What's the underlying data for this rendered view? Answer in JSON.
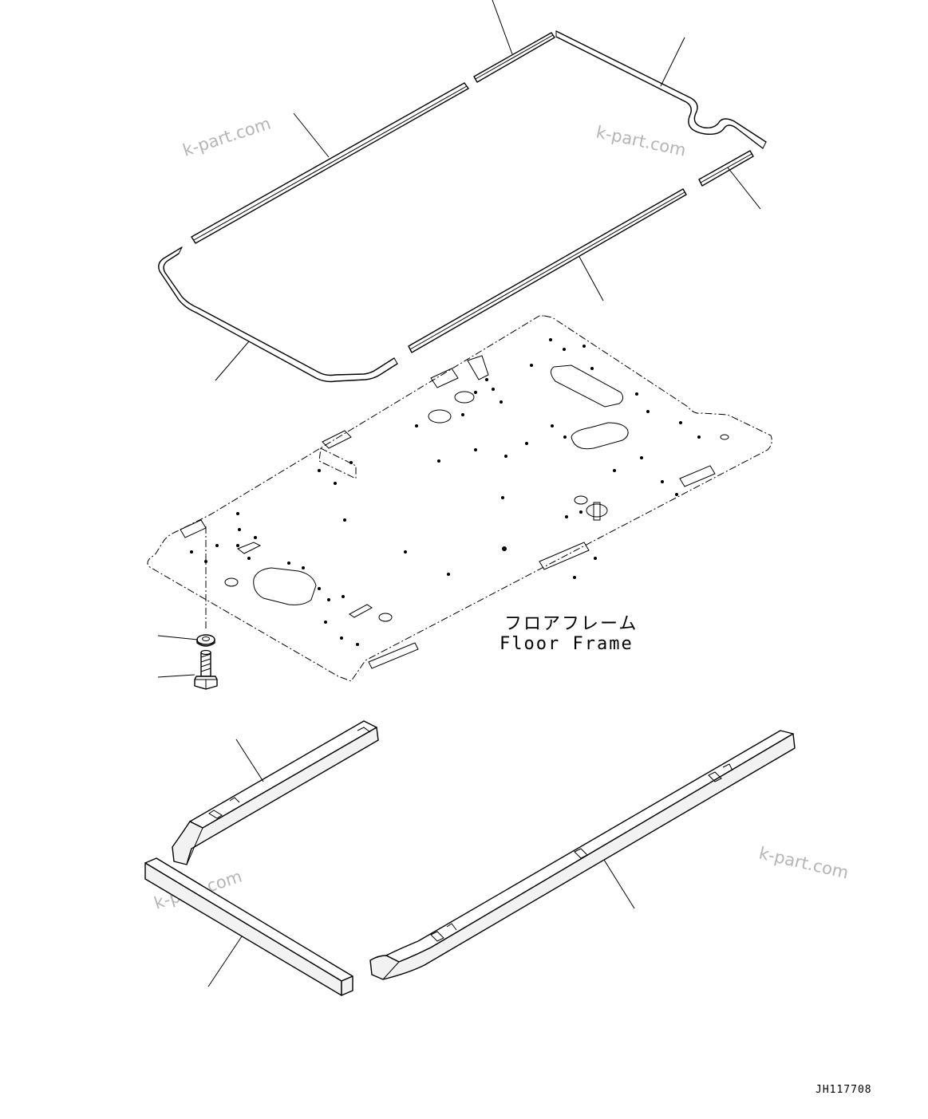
{
  "labels": {
    "floor_frame_jp": "フロアフレーム",
    "floor_frame_en": "Floor Frame",
    "drawing_code": "JH117708"
  },
  "watermarks": [
    "k-part.com",
    "k-part.com",
    "k-part.com",
    "k-part.com"
  ]
}
